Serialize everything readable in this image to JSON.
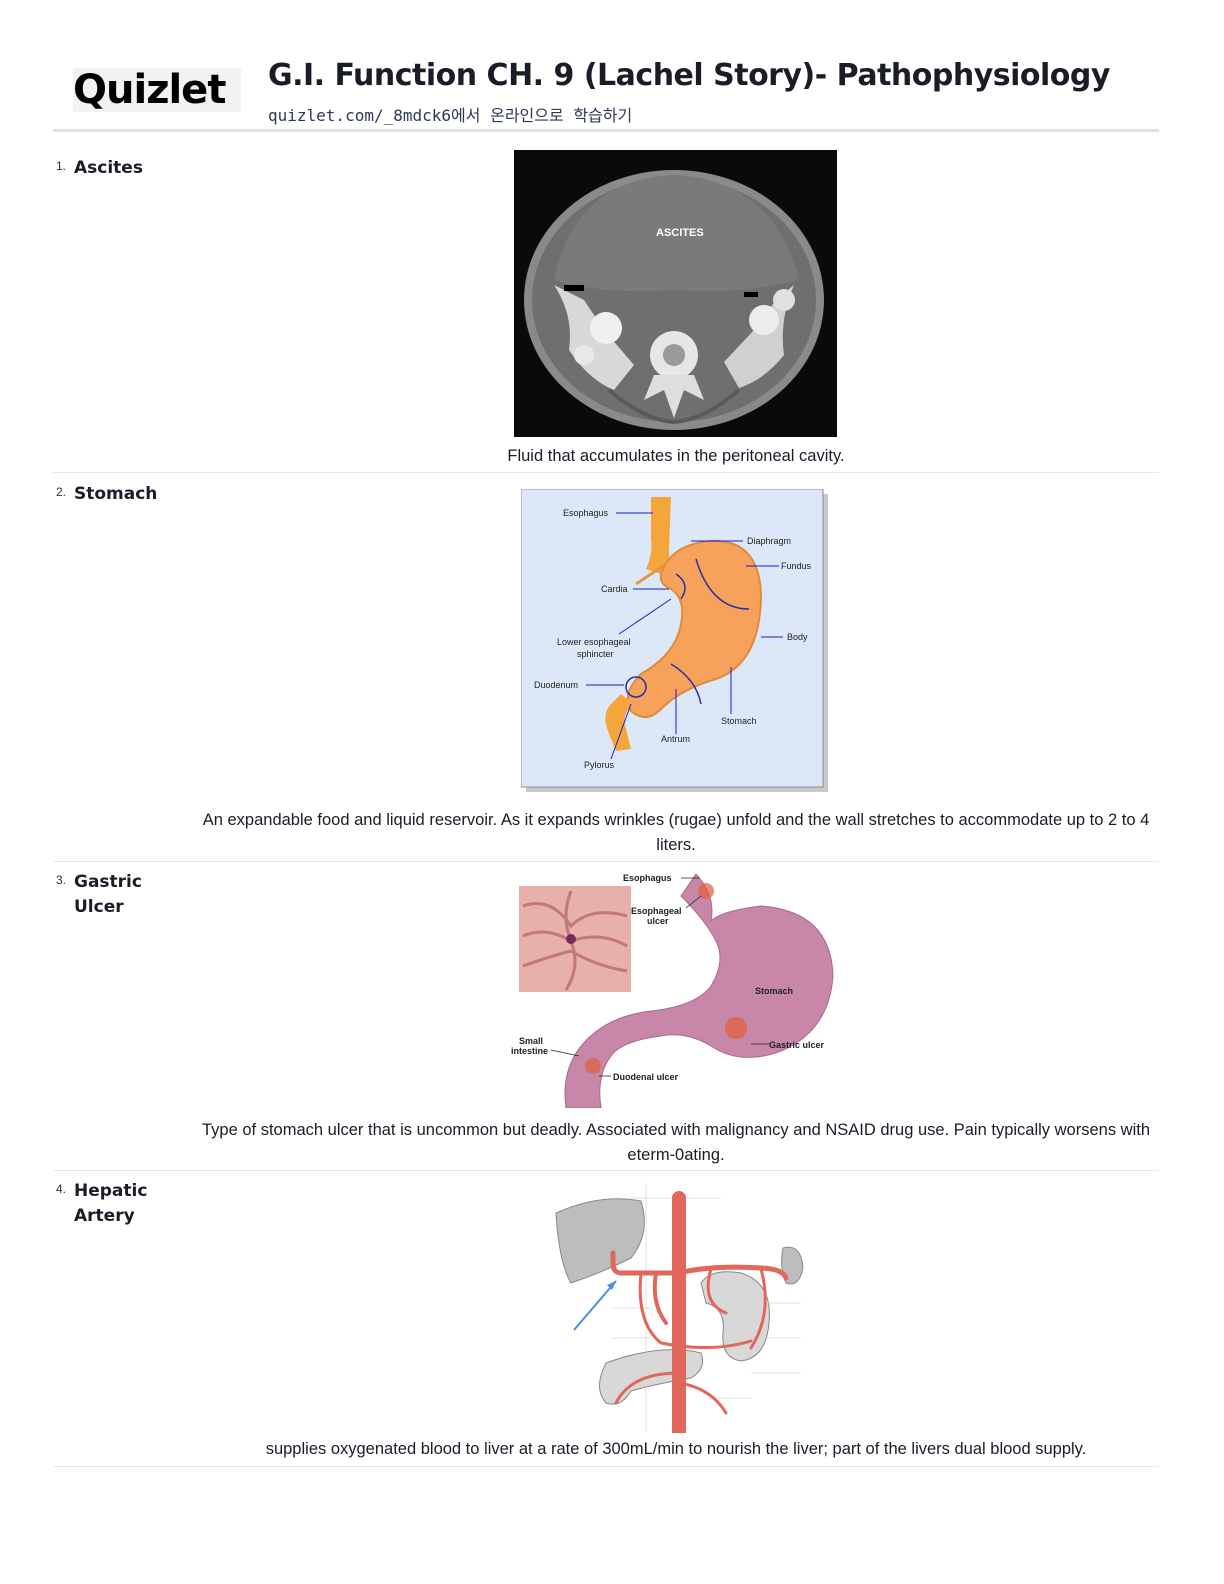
{
  "header": {
    "logo_text": "Quizlet",
    "title": "G.I. Function CH. 9 (Lachel Story)- Pathophysiology",
    "subtitle": "quizlet.com/_8mdck6에서 온라인으로 학습하기"
  },
  "cards": [
    {
      "number": "1.",
      "term": "Ascites",
      "image_labels": [
        "ASCITES"
      ],
      "definition": "Fluid that accumulates in the peritoneal cavity."
    },
    {
      "number": "2.",
      "term": "Stomach",
      "image_labels": [
        "Esophagus",
        "Diaphragm",
        "Fundus",
        "Cardia",
        "Lower esophageal",
        "sphincter",
        "Body",
        "Duodenum",
        "Stomach",
        "Antrum",
        "Pylorus"
      ],
      "definition": "An expandable food and liquid reservoir. As it expands wrinkles (rugae) unfold and the wall stretches to accommodate up to 2 to 4 liters."
    },
    {
      "number": "3.",
      "term": "Gastric Ulcer",
      "image_labels": [
        "Esophagus",
        "Esophageal",
        "ulcer",
        "Stomach",
        "Gastric ulcer",
        "Small",
        "intestine",
        "Duodenal ulcer"
      ],
      "definition": "Type of stomach ulcer that is uncommon but deadly. Associated with malignancy and NSAID drug use. Pain typically worsens with eterm-0ating."
    },
    {
      "number": "4.",
      "term": "Hepatic Artery",
      "image_labels": [],
      "definition": "supplies oxygenated blood to liver at a rate of 300mL/min to nourish the liver; part of the livers dual blood supply."
    }
  ],
  "colors": {
    "text": "#1a1d28",
    "rule": "#e0e0e4",
    "diagram_bg": "#dce8f8",
    "stomach_fill": "#f7a25a",
    "ulcer_fill": "#c887a8",
    "artery": "#e0675a"
  }
}
